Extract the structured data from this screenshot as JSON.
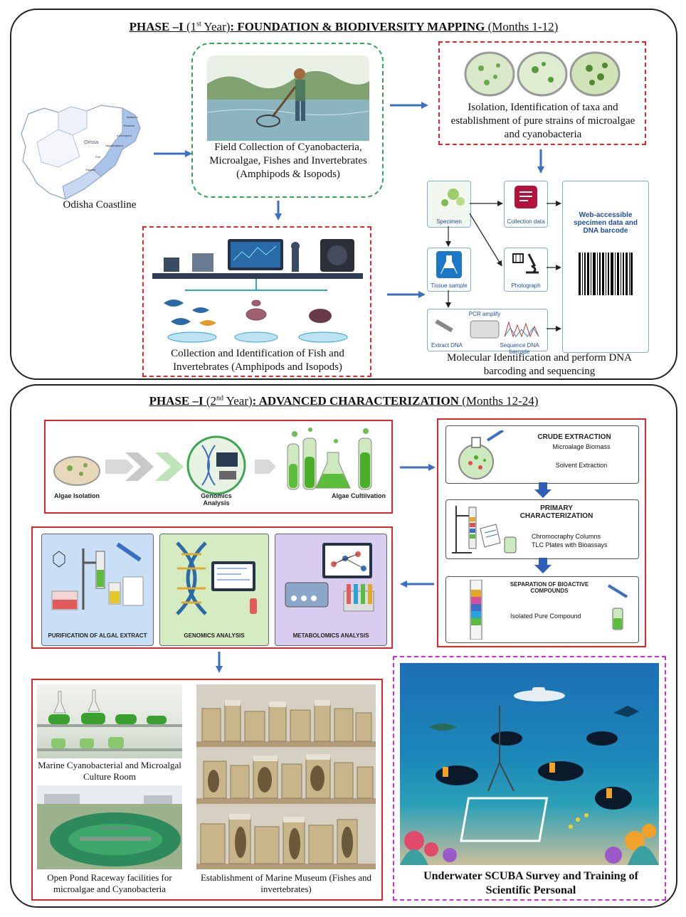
{
  "phase1": {
    "title_bold": "PHASE –I",
    "title_year_pre": " (1",
    "title_year_sup": "st",
    "title_year_post": " Year)",
    "title_main": ": FOUNDATION & BIODIVERSITY MAPPING",
    "title_months": " (Months 1-12)",
    "map": {
      "caption": "Odisha Coastline",
      "state_label": "Orissa",
      "place_labels": [
        "Balasore",
        "Bhadrak",
        "Kendrapara",
        "Jagatsinghpur",
        "Puri",
        "Ganjam"
      ]
    },
    "field_collection": "Field Collection of Cyanobacteria, Microalgae, Fishes and Invertebrates (Amphipods & Isopods)",
    "isolation": "Isolation, Identification of taxa and establishment of pure strains of microalgae and cyanobacteria",
    "fish_collection": "Collection and Identification of Fish and Invertebrates (Amphipods and Isopods)",
    "molecular": {
      "caption": "Molecular Identification and perform DNA barcoding and sequencing",
      "specimen": "Specimen",
      "collection_data": "Collection data",
      "tissue_sample": "Tissue sample",
      "photograph": "Photograph",
      "pcr": "PCR amplify",
      "extract_dna": "Extract DNA",
      "sequence": "Sequence DNA barcode",
      "web": "Web-accessible specimen data and DNA barcode"
    }
  },
  "phase2": {
    "title_bold": "PHASE –I",
    "title_year_pre": " (2",
    "title_year_sup": "nd",
    "title_year_post": " Year)",
    "title_main": ": ADVANCED CHARACTERIZATION",
    "title_months": " (Months 12-24)",
    "pipeline": {
      "algae_isolation": "Algae Isolation",
      "genomics": "Genomics Analysis",
      "cultivation": "Algae Cultiivation"
    },
    "extraction": {
      "crude_title": "CRUDE EXTRACTION",
      "crude_1": "Microalage Biomass",
      "crude_2": "Solvent Extraction",
      "primary_title": "PRIMARY CHARACTERIZATION",
      "primary_1": "Chromocraphy Columns",
      "primary_2": "TLC Plates with Bioassays",
      "sep_title": "SEPARATION OF BIOACTIVE COMPOUNDS",
      "sep_1": "Isolated Pure Compound"
    },
    "analysis": {
      "purification": "PURIFICATION OF ALGAL EXTRACT",
      "genomics": "GENOMICS ANALYSIS",
      "metabolomics": "METABOLOMICS ANALYSIS"
    },
    "facilities": {
      "culture_room": "Marine Cyanobacterial and Microalgal Culture Room",
      "raceway": "Open Pond Raceway facilities for microalgae and Cyanobacteria",
      "museum": "Establishment of Marine Museum (Fishes and invertebrates)"
    },
    "scuba": "Underwater SCUBA Survey and Training of Scientific Personal"
  },
  "colors": {
    "arrow": "#3a6fc4",
    "red": "#e0262b",
    "green": "#2fa84f",
    "magenta": "#d42ad4"
  }
}
